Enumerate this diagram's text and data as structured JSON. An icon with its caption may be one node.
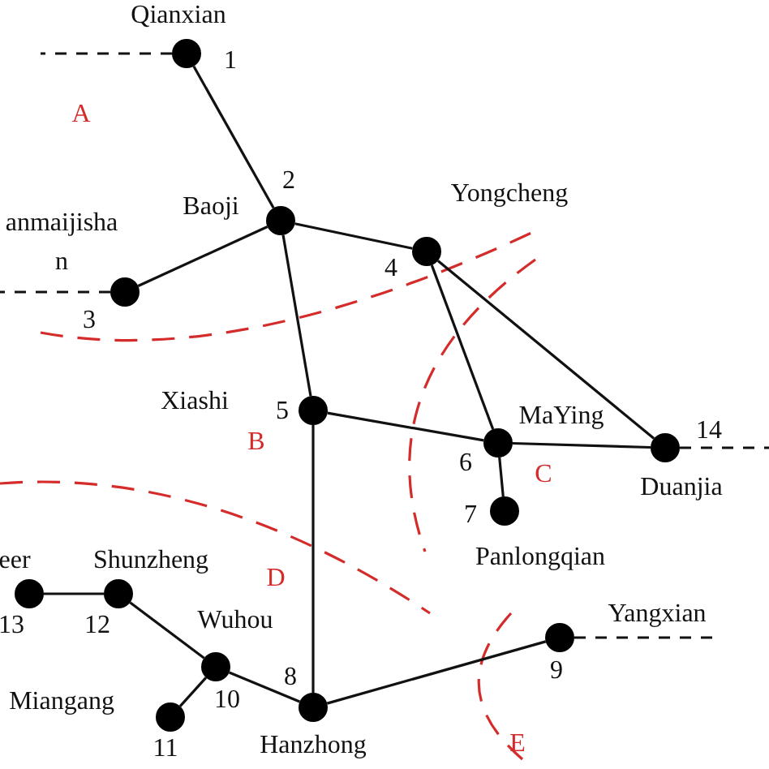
{
  "diagram": {
    "nodes": [
      {
        "text": [
          "Qianxian"
        ],
        "beside": [
          "1"
        ]
      },
      {
        "text": [
          "Baoji"
        ],
        "beside": [
          "2"
        ]
      },
      {
        "text": [
          "anmaijisha n"
        ],
        "beside": [
          "3"
        ]
      },
      {
        "text": [
          "Yongcheng"
        ],
        "beside": [
          "4"
        ]
      },
      {
        "text": [
          "Xiashi"
        ],
        "beside": [
          "5"
        ]
      },
      {
        "text": [
          "MaYing"
        ],
        "beside": [
          "6"
        ]
      },
      {
        "text": [
          "Panlongqian"
        ],
        "beside": [
          "7"
        ]
      },
      {
        "text": [
          "Hanzhong"
        ],
        "beside": [
          "8"
        ]
      },
      {
        "text": [
          "Yangxian"
        ],
        "beside": [
          "9"
        ]
      },
      {
        "text": [
          "Wuhou"
        ],
        "beside": [
          "10"
        ]
      },
      {
        "text": [
          "Miangang"
        ],
        "beside": [
          "11"
        ]
      },
      {
        "text": [
          "Shunzheng"
        ],
        "beside": [
          "12"
        ]
      },
      {
        "text": [
          "eer"
        ],
        "beside": [
          "13"
        ]
      },
      {
        "text": [
          "Duanjia"
        ],
        "beside": [
          "14"
        ]
      }
    ],
    "edges": [
      {
        "from": 0,
        "to": 1,
        "arrow": "none"
      },
      {
        "from": 1,
        "to": 2,
        "arrow": "none"
      },
      {
        "from": 1,
        "to": 3,
        "arrow": "none"
      },
      {
        "from": 1,
        "to": 4,
        "arrow": "none"
      },
      {
        "from": 3,
        "to": 5,
        "arrow": "none"
      },
      {
        "from": 3,
        "to": 13,
        "arrow": "none"
      },
      {
        "from": 4,
        "to": 5,
        "arrow": "none"
      },
      {
        "from": 5,
        "to": 13,
        "arrow": "none"
      },
      {
        "from": 5,
        "to": 6,
        "arrow": "none"
      },
      {
        "from": 4,
        "to": 7,
        "arrow": "none"
      },
      {
        "from": 7,
        "to": 9,
        "arrow": "none"
      },
      {
        "from": 9,
        "to": 11,
        "arrow": "none"
      },
      {
        "from": 11,
        "to": 12,
        "arrow": "none"
      },
      {
        "from": 9,
        "to": 10,
        "arrow": "none"
      },
      {
        "from": 7,
        "to": 8,
        "arrow": "none"
      },
      {
        "from": 0,
        "to": null,
        "arrow": "none",
        "style": "dashed"
      },
      {
        "from": 2,
        "to": null,
        "arrow": "none",
        "style": "dashed"
      },
      {
        "from": 13,
        "to": null,
        "arrow": "none",
        "style": "dashed"
      },
      {
        "from": 8,
        "to": null,
        "arrow": "none",
        "style": "dashed"
      }
    ],
    "labels": [
      "A",
      "B",
      "C",
      "D",
      "E"
    ]
  }
}
